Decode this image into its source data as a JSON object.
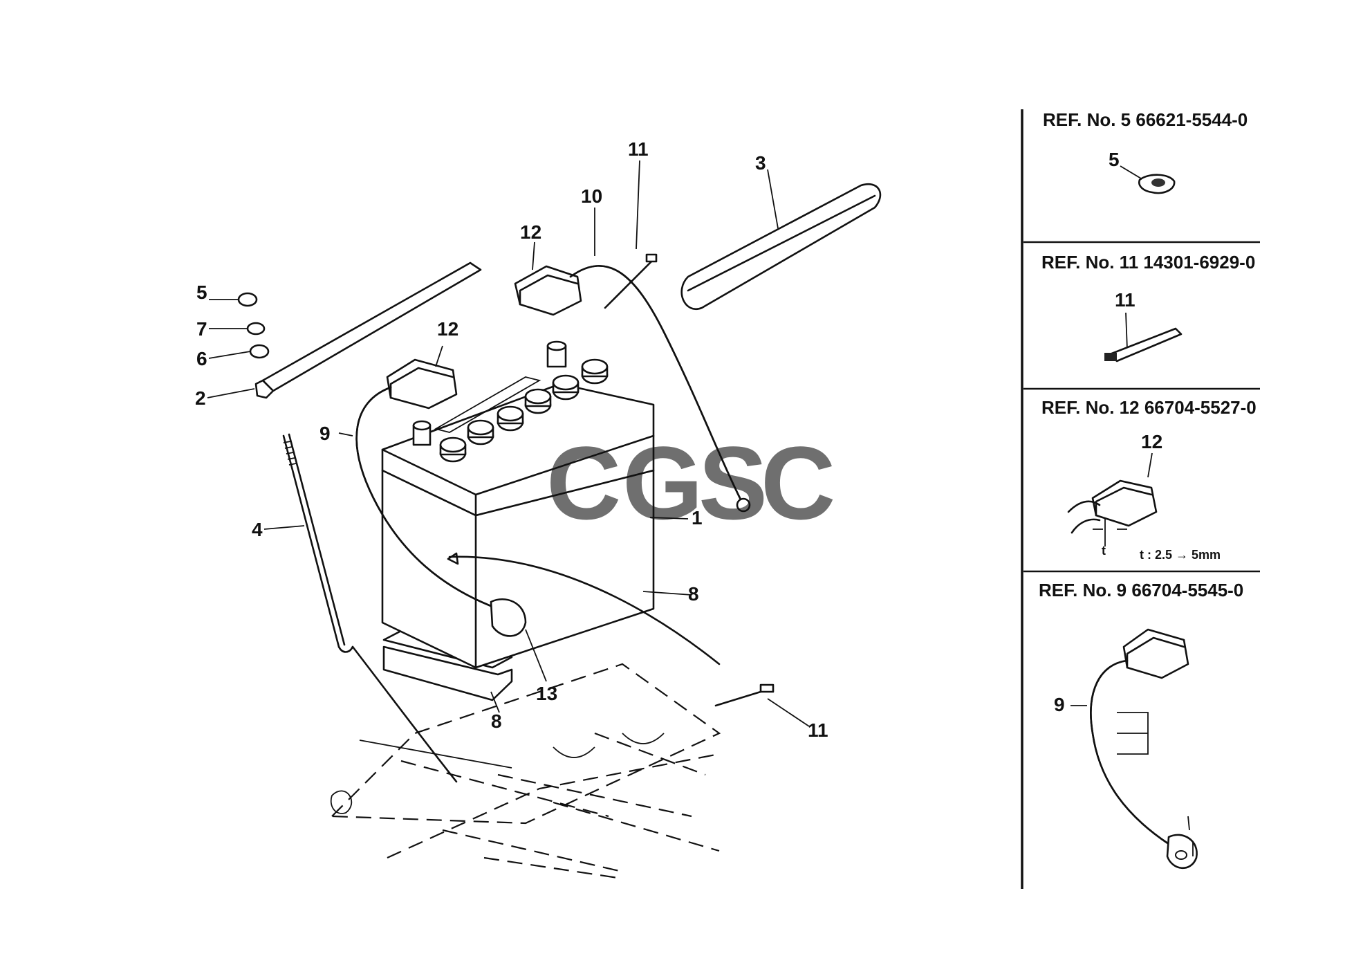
{
  "callouts": {
    "c1": "1",
    "c2": "2",
    "c3": "3",
    "c4": "4",
    "c5": "5",
    "c6": "6",
    "c7": "7",
    "c8a": "8",
    "c8b": "8",
    "c9": "9",
    "c10": "10",
    "c11a": "11",
    "c11b": "11",
    "c12a": "12",
    "c12b": "12",
    "c13": "13"
  },
  "side_panel": {
    "ref5": {
      "title": "REF. No. 5  66621-5544-0",
      "callout": "5"
    },
    "ref11": {
      "title": "REF. No. 11  14301-6929-0",
      "callout": "11"
    },
    "ref12": {
      "title": "REF. No. 12  66704-5527-0",
      "callout": "12",
      "t_small": "t",
      "thickness": "t : 2.5 → 5mm"
    },
    "ref9": {
      "title": "REF. No. 9  66704-5545-0",
      "callout": "9"
    }
  },
  "watermark": {
    "letters": [
      "C",
      "G",
      "S",
      "C"
    ],
    "colors": [
      "#4285F4",
      "#EA4335",
      "#FBBC05",
      "#34A853"
    ]
  }
}
